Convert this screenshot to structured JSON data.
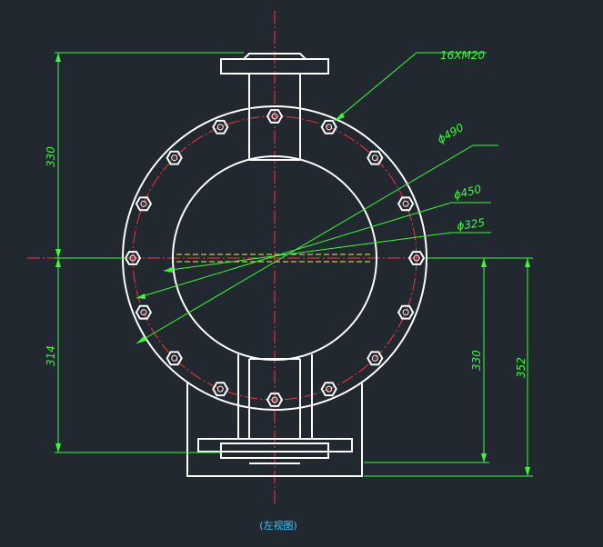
{
  "drawing": {
    "labels": {
      "bolt_spec": "16XM20",
      "dia_outer": "ϕ490",
      "dia_bolt_circle": "ϕ450",
      "dia_bore": "ϕ325",
      "height_top": "330",
      "height_bottom_left": "314",
      "height_right_inner": "330",
      "height_right_outer": "352"
    },
    "caption": "(左视图)",
    "colors": {
      "background": "#212830",
      "outline": "#ffffff",
      "dimension": "#33ff33",
      "centerline": "#ff3333",
      "hidden": "#ffee33",
      "caption": "#33ccff"
    },
    "bolt_count": 16
  }
}
